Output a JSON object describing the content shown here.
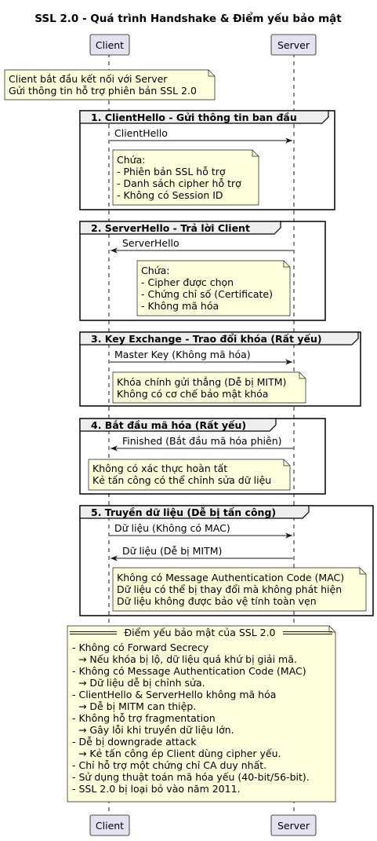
{
  "title": "SSL 2.0 - Quá trình Handshake & Điểm yếu bảo mật",
  "participants": {
    "client": "Client",
    "server": "Server"
  },
  "intro_note": [
    "Client bắt đầu kết nối với Server",
    "Gửi thông tin hỗ trợ phiên bản SSL 2.0"
  ],
  "groups": [
    {
      "label": "1. ClientHello - Gửi thông tin ban đầu",
      "messages": [
        {
          "text": "ClientHello",
          "direction": "client-to-server"
        }
      ],
      "note": [
        "Chứa:",
        "- Phiên bản SSL hỗ trợ",
        "- Danh sách cipher hỗ trợ",
        "- Không có Session ID"
      ]
    },
    {
      "label": "2. ServerHello - Trả lời Client",
      "messages": [
        {
          "text": "ServerHello",
          "direction": "server-to-client"
        }
      ],
      "note": [
        "Chứa:",
        "- Cipher được chọn",
        "- Chứng chỉ số (Certificate)",
        "- Không mã hóa"
      ]
    },
    {
      "label": "3. Key Exchange - Trao đổi khóa (Rất yếu)",
      "messages": [
        {
          "text": "Master Key (Không mã hóa)",
          "direction": "client-to-server"
        }
      ],
      "note": [
        "Khóa chính gửi thẳng (Dễ bị MITM)",
        "Không có cơ chế bảo mật khóa"
      ]
    },
    {
      "label": "4. Bắt đầu mã hóa (Rất yếu)",
      "messages": [
        {
          "text": "Finished (Bắt đầu mã hóa phiên)",
          "direction": "server-to-client"
        }
      ],
      "note": [
        "Không có xác thực hoàn tất",
        "Kẻ tấn công có thể chỉnh sửa dữ liệu"
      ]
    },
    {
      "label": "5. Truyền dữ liệu (Dễ bị tấn công)",
      "messages": [
        {
          "text": "Dữ liệu (Không có MAC)",
          "direction": "client-to-server"
        },
        {
          "text": "Dữ liệu (Dễ bị MITM)",
          "direction": "server-to-client"
        }
      ],
      "note": [
        "Không có Message Authentication Code (MAC)",
        "Dữ liệu có thể bị thay đổi mà không phát hiện",
        "Dữ liệu không được bảo vệ tính toàn vẹn"
      ]
    }
  ],
  "weakness_note": {
    "heading": "Điểm yếu bảo mật của SSL 2.0",
    "lines": [
      "- Không có Forward Secrecy",
      "  → Nếu khóa bị lộ, dữ liệu quá khứ bị giải mã.",
      "- Không có Message Authentication Code (MAC)",
      "  → Dữ liệu dễ bị chỉnh sửa.",
      "- ClientHello & ServerHello không mã hóa",
      "  → Dễ bị MITM can thiệp.",
      "- Không hỗ trợ fragmentation",
      "  → Gây lỗi khi truyền dữ liệu lớn.",
      "- Dễ bị downgrade attack",
      "  → Kẻ tấn công ép Client dùng cipher yếu.",
      "- Chỉ hỗ trợ một chứng chỉ CA duy nhất.",
      "- Sử dụng thuật toán mã hóa yếu (40-bit/56-bit).",
      "- SSL 2.0 bị loại bỏ vào năm 2011."
    ]
  },
  "colors": {
    "participant_fill": "#E2E2F0",
    "participant_border": "#181818",
    "note_fill": "#FEFFDD",
    "note_border": "#181818",
    "group_header_fill": "#EEEEEE",
    "lifeline": "#181818"
  }
}
